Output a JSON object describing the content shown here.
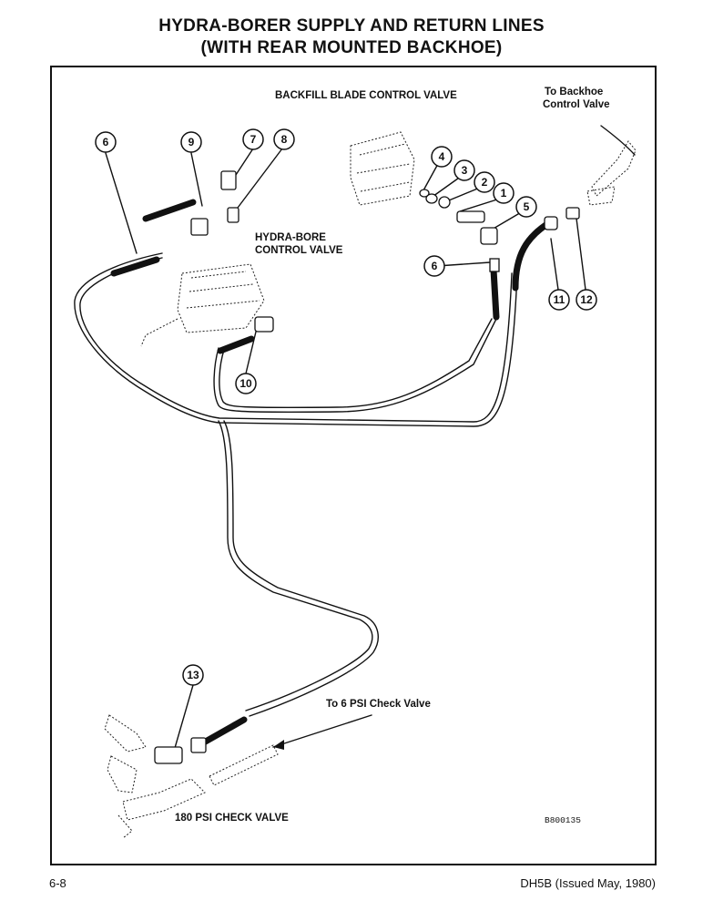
{
  "title": {
    "line1": "HYDRA-BORER SUPPLY AND RETURN LINES",
    "line2": "(WITH REAR MOUNTED BACKHOE)"
  },
  "labels": {
    "backfill_valve": "BACKFILL BLADE CONTROL VALVE",
    "to_backhoe_1": "To Backhoe",
    "to_backhoe_2": "Control Valve",
    "hydra_bore_1": "HYDRA-BORE",
    "hydra_bore_2": "CONTROL VALVE",
    "to_6psi": "To 6 PSI Check Valve",
    "check_180": "180 PSI CHECK VALVE",
    "drawing_code": "B800135"
  },
  "callouts": [
    "1",
    "2",
    "3",
    "4",
    "5",
    "6",
    "7",
    "8",
    "9",
    "10",
    "11",
    "12",
    "13"
  ],
  "footer": {
    "page_number": "6-8",
    "doc_info": "DH5B (Issued May, 1980)"
  }
}
